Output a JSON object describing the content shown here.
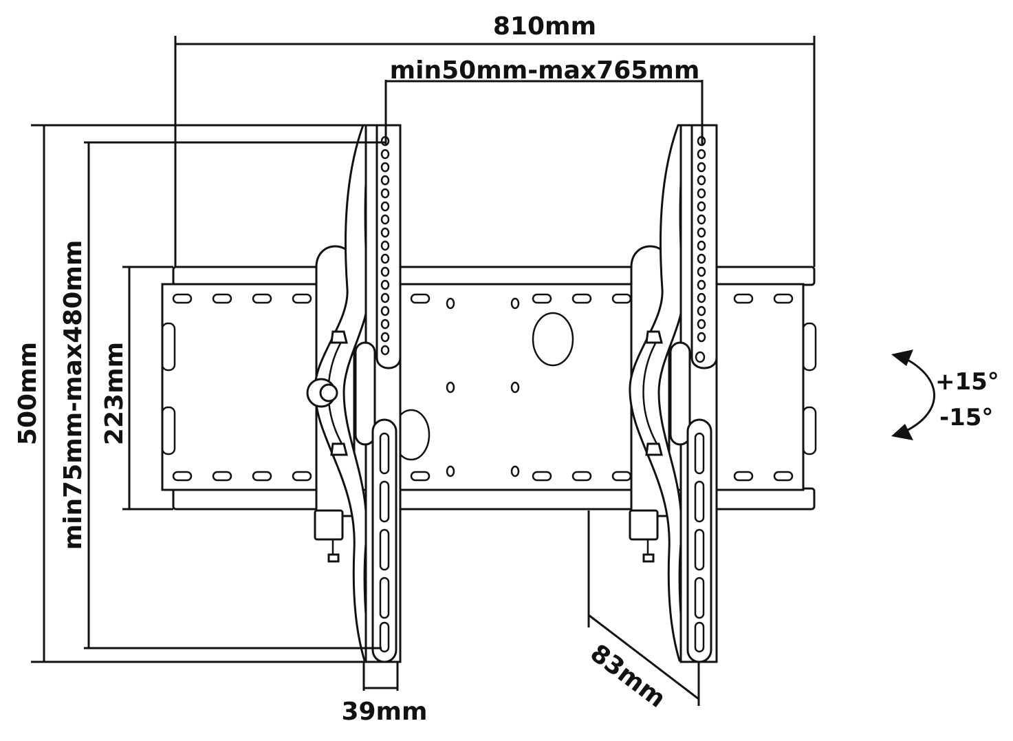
{
  "colors": {
    "ink": "#111111",
    "paper": "#ffffff"
  },
  "labels": {
    "width_total": "810mm",
    "width_range": "min50mm-max765mm",
    "height_total": "500mm",
    "height_range": "min75mm-max480mm",
    "plate_height": "223mm",
    "depth": "39mm",
    "wall_gap": "83mm",
    "tilt_up": "+15°",
    "tilt_down": "-15°"
  }
}
